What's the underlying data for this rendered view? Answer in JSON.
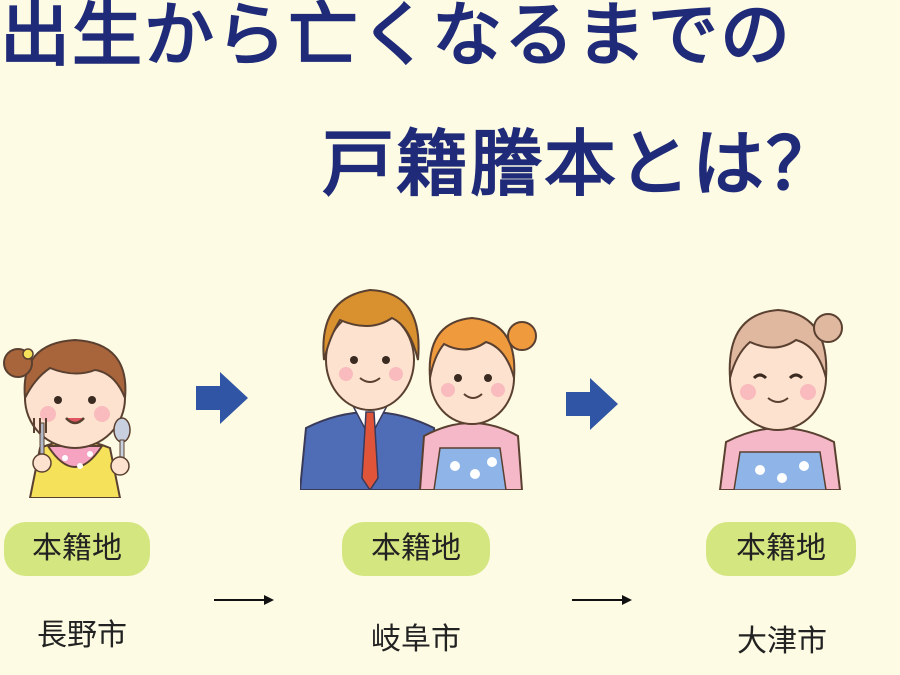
{
  "title": {
    "line1": "出生から亡くなるまでの",
    "line2": "戸籍謄本とは？"
  },
  "stages": [
    {
      "badge": "本籍地",
      "city": "長野市",
      "figure": "child-with-spoon-fork"
    },
    {
      "badge": "本籍地",
      "city": "岐阜市",
      "figure": "married-couple"
    },
    {
      "badge": "本籍地",
      "city": "大津市",
      "figure": "elderly-woman"
    }
  ],
  "colors": {
    "background": "#fdfbe3",
    "title": "#1f2a78",
    "badge": "#d4e67f",
    "arrow": "#2f55a4"
  }
}
